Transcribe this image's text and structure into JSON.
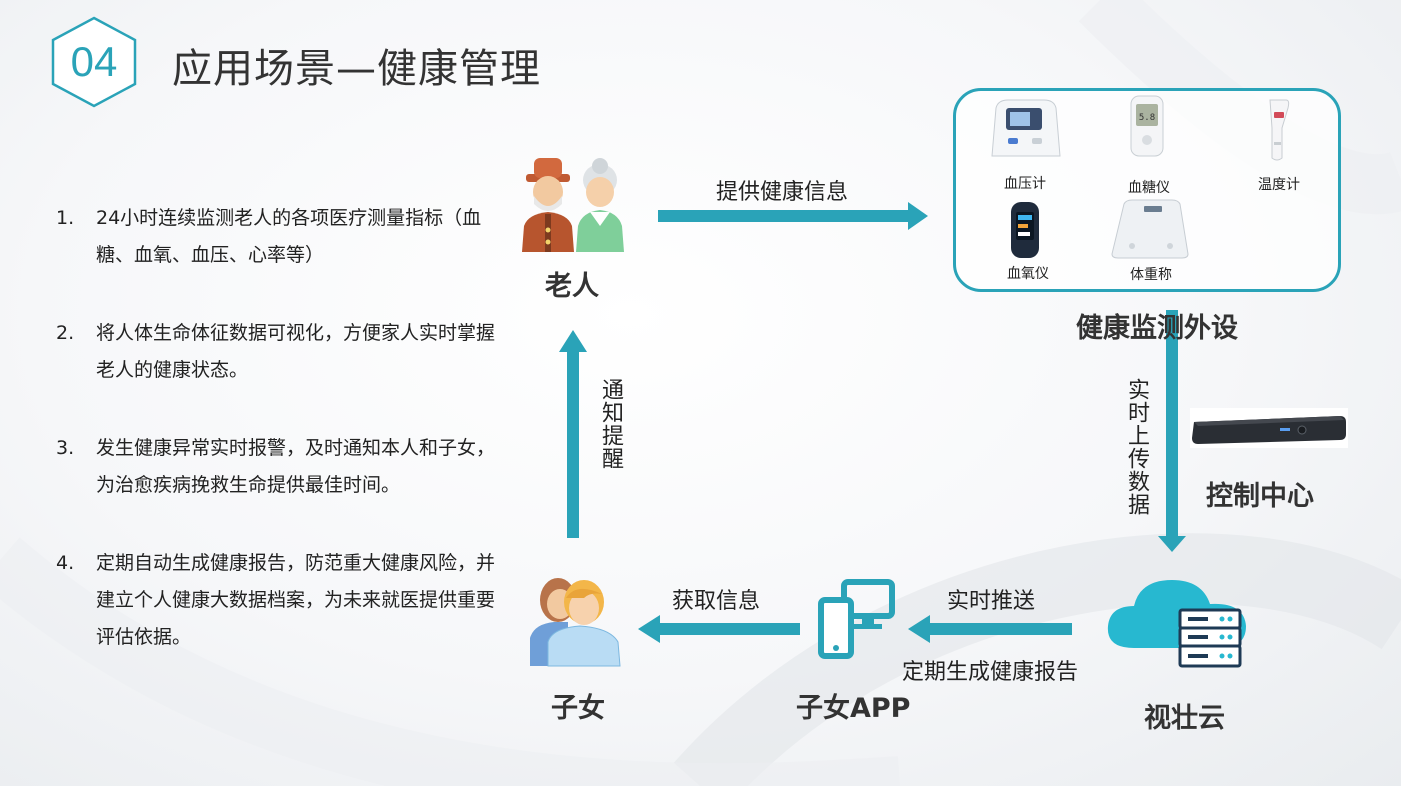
{
  "header": {
    "section_number": "04",
    "title": "应用场景—健康管理"
  },
  "list": {
    "items": [
      {
        "num": "1.",
        "text": "24小时连续监测老人的各项医疗测量指标（血糖、血氧、血压、心率等）"
      },
      {
        "num": "2.",
        "text": "将人体生命体征数据可视化，方便家人实时掌握老人的健康状态。"
      },
      {
        "num": "3.",
        "text": "发生健康异常实时报警，及时通知本人和子女，为治愈疾病挽救生命提供最佳时间。"
      },
      {
        "num": "4.",
        "text": "定期自动生成健康报告，防范重大健康风险，并建立个人健康大数据档案，为未来就医提供重要评估依据。"
      }
    ]
  },
  "nodes": {
    "elderly": "老人",
    "devices": "健康监测外设",
    "control": "控制中心",
    "cloud": "视壮云",
    "app": "子女APP",
    "children": "子女"
  },
  "devices": {
    "bp": "血压计",
    "glucose": "血糖仪",
    "thermo": "温度计",
    "oxygen": "血氧仪",
    "scale": "体重称"
  },
  "edges": {
    "provide": "提供健康信息",
    "upload": "实时上传数据",
    "push": "实时推送",
    "report": "定期生成健康报告",
    "get": "获取信息",
    "notify": "通知提醒"
  },
  "colors": {
    "accent": "#2aa3b8",
    "cloud": "#27b8d0"
  }
}
